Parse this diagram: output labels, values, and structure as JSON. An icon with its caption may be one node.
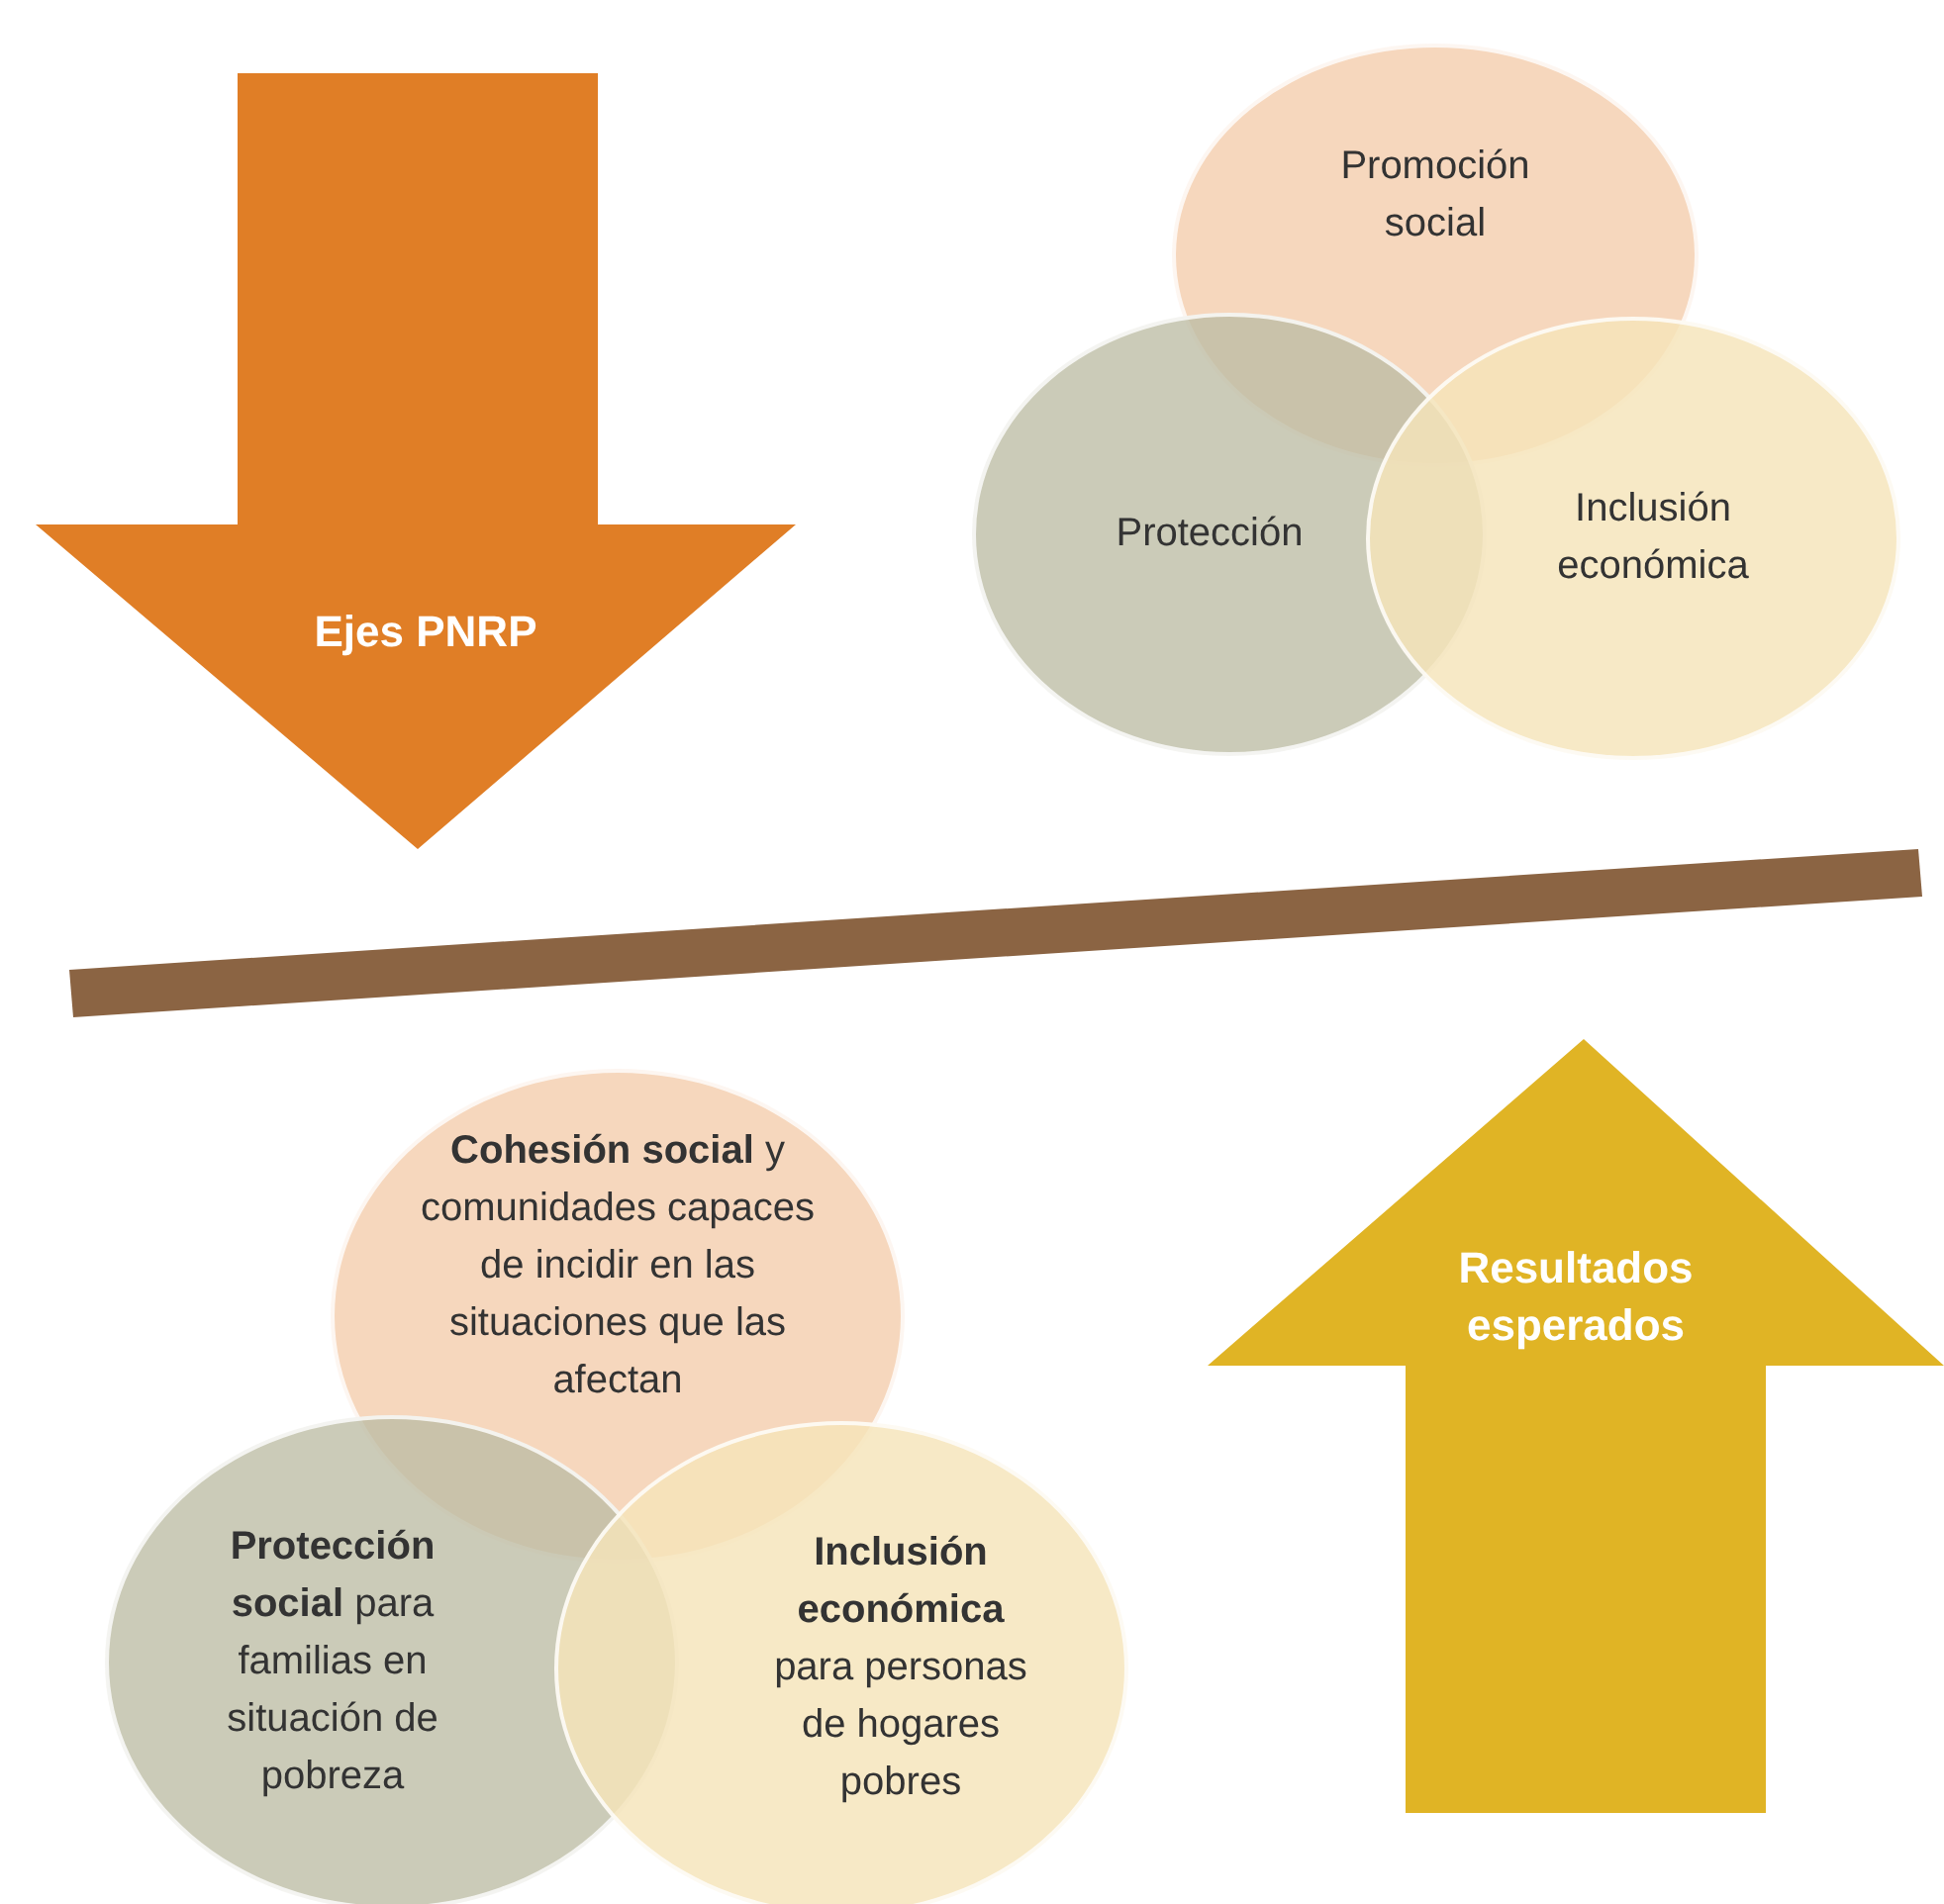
{
  "diagram": {
    "nodes": [
      {
        "text": [
          "Ejes PNRP"
        ]
      },
      {
        "text": [
          "Promoción social"
        ]
      },
      {
        "text": [
          "Protección"
        ]
      },
      {
        "text": [
          "Inclusión económica"
        ]
      },
      {
        "text": [],
        "shape": "bar"
      },
      {
        "text": [
          "**Cohesión social** y comunidades capaces de incidir en las situaciones que las afectan"
        ]
      },
      {
        "text": [
          "**Protección social** para familias en situación de pobreza"
        ]
      },
      {
        "text": [
          "**Inclusión económica** para personas de hogares pobres"
        ]
      },
      {
        "text": [
          "Resultados esperados"
        ]
      }
    ]
  }
}
